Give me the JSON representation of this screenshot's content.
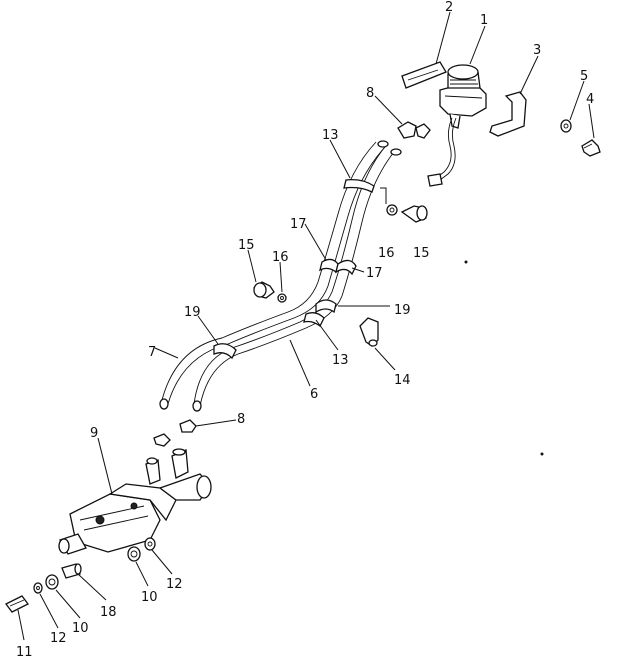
{
  "callouts": [
    {
      "id": "c1",
      "text": "1"
    },
    {
      "id": "c2",
      "text": "2"
    },
    {
      "id": "c3",
      "text": "3"
    },
    {
      "id": "c4",
      "text": "4"
    },
    {
      "id": "c5",
      "text": "5"
    },
    {
      "id": "c6",
      "text": "6"
    },
    {
      "id": "c7",
      "text": "7"
    },
    {
      "id": "c8a",
      "text": "8"
    },
    {
      "id": "c8b",
      "text": "8"
    },
    {
      "id": "c9",
      "text": "9"
    },
    {
      "id": "c10a",
      "text": "10"
    },
    {
      "id": "c10b",
      "text": "10"
    },
    {
      "id": "c11",
      "text": "11"
    },
    {
      "id": "c12a",
      "text": "12"
    },
    {
      "id": "c12b",
      "text": "12"
    },
    {
      "id": "c13a",
      "text": "13"
    },
    {
      "id": "c13b",
      "text": "13"
    },
    {
      "id": "c14",
      "text": "14"
    },
    {
      "id": "c15a",
      "text": "15"
    },
    {
      "id": "c15b",
      "text": "15"
    },
    {
      "id": "c16a",
      "text": "16"
    },
    {
      "id": "c16b",
      "text": "16"
    },
    {
      "id": "c17a",
      "text": "17"
    },
    {
      "id": "c17b",
      "text": "17"
    },
    {
      "id": "c18",
      "text": "18"
    },
    {
      "id": "c19a",
      "text": "19"
    },
    {
      "id": "c19b",
      "text": "19"
    }
  ]
}
